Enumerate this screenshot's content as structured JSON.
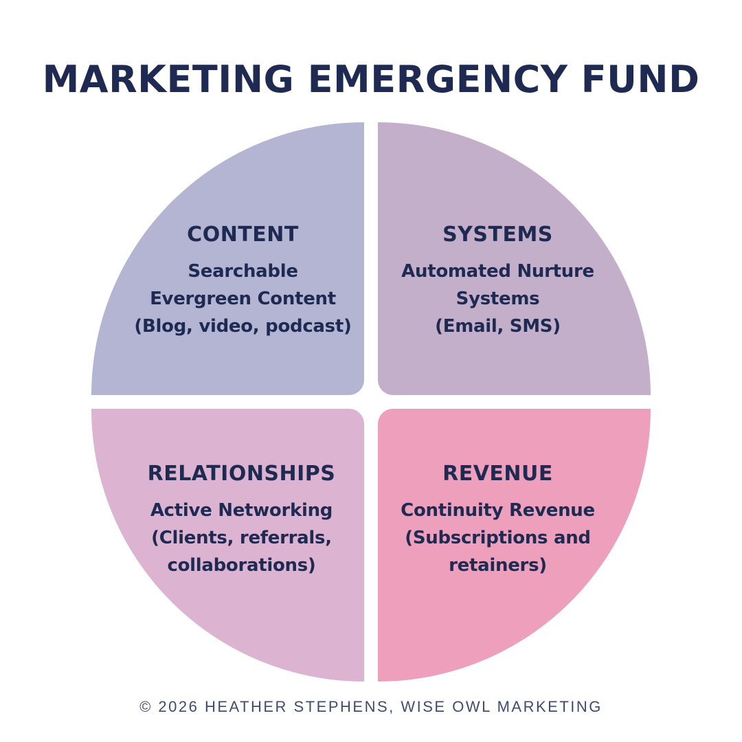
{
  "title": "MARKETING EMERGENCY FUND",
  "colors": {
    "background": "#ffffff",
    "ink": "#1e2a52",
    "footer_text": "#3d4d6f",
    "quadrant_content": "#b3b5d2",
    "quadrant_systems": "#c4afca",
    "quadrant_relationships": "#dcb4d2",
    "quadrant_revenue": "#ee9fbc"
  },
  "quadrants": [
    {
      "id": "content",
      "label": "CONTENT",
      "body": "Searchable\nEvergreen Content\n(Blog, video, podcast)",
      "color": "#b3b5d2"
    },
    {
      "id": "systems",
      "label": "SYSTEMS",
      "body": "Automated Nurture\nSystems\n(Email, SMS)",
      "color": "#c4afca"
    },
    {
      "id": "relationships",
      "label": "RELATIONSHIPS",
      "body": "Active Networking\n(Clients, referrals,\ncollaborations)",
      "color": "#dcb4d2"
    },
    {
      "id": "revenue",
      "label": "REVENUE",
      "body": "Continuity Revenue\n(Subscriptions and\nretainers)",
      "color": "#ee9fbc"
    }
  ],
  "footer": {
    "credit": "© 2026 HEATHER STEPHENS, WISE OWL MARKETING"
  }
}
